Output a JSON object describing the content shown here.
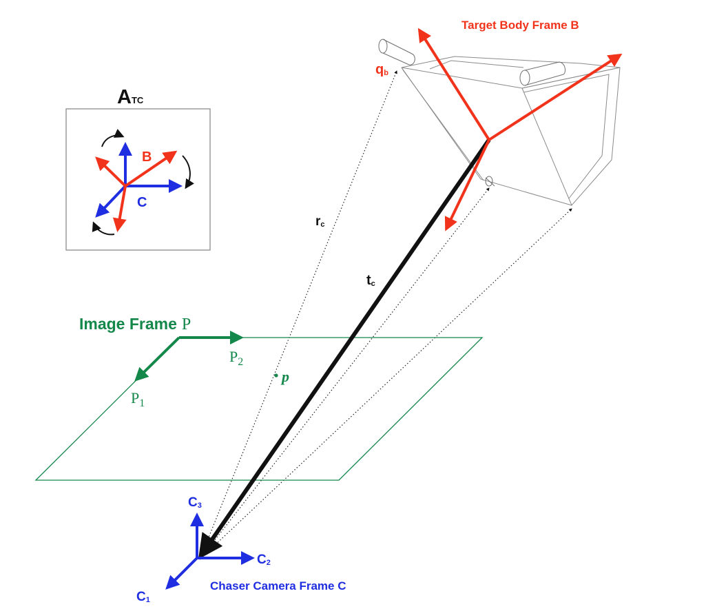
{
  "labels": {
    "target_body_frame": "Target Body Frame B",
    "q_main": "q",
    "q_sub": "b",
    "rc_main": "r",
    "rc_sub": "c",
    "tc_main": "t",
    "tc_sub": "c",
    "atc_main": "A",
    "atc_sub": "TC",
    "inset_b": "B",
    "inset_c": "C",
    "image_frame_main": "Image Frame",
    "image_frame_p": "P",
    "p1_main": "P",
    "p1_sub": "1",
    "p2_main": "P",
    "p2_sub": "2",
    "point_p": "p",
    "c1_main": "C",
    "c1_sub": "1",
    "c2_main": "C",
    "c2_sub": "2",
    "c3_main": "C",
    "c3_sub": "3",
    "chaser_camera_frame": "Chaser Camera Frame C"
  },
  "colors": {
    "target_red": "#f2331c",
    "camera_blue": "#1f2ee0",
    "image_green": "#14874a",
    "vector_black": "#111111"
  }
}
